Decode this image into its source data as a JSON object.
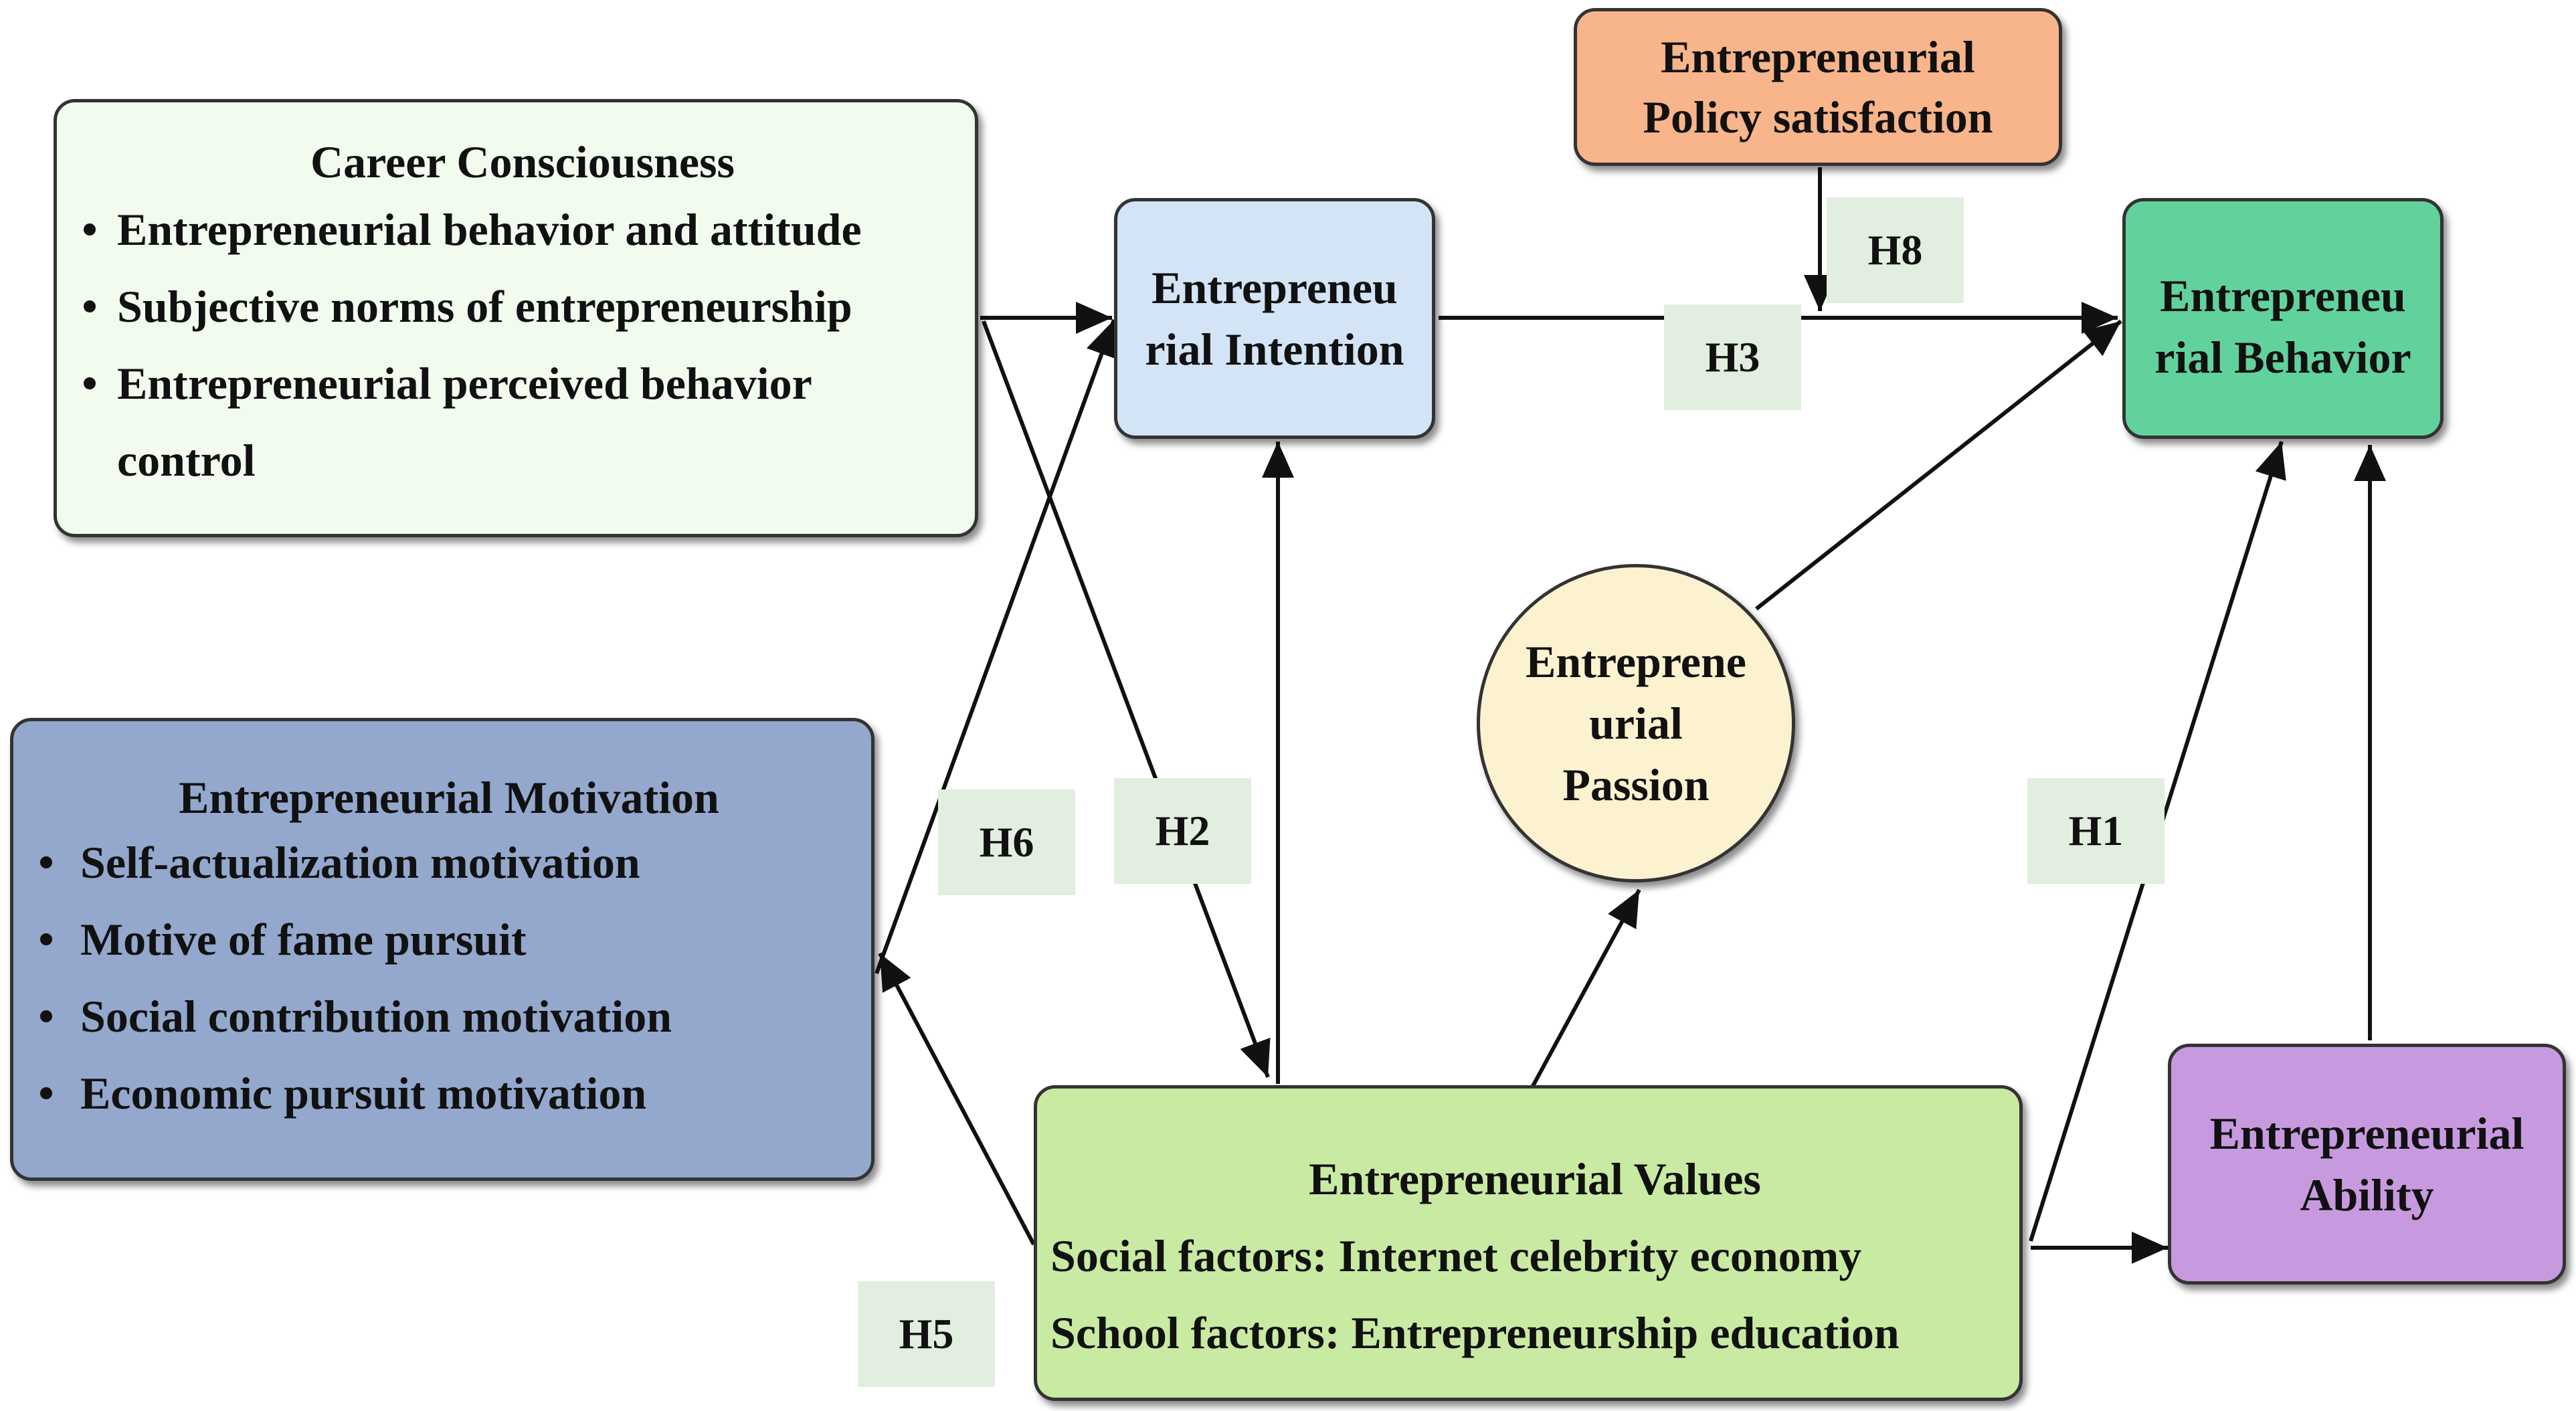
{
  "nodes": {
    "career": {
      "title": "Career Consciousness",
      "items": [
        "Entrepreneurial behavior and attitude",
        "Subjective norms of entrepreneurship",
        "Entrepreneurial perceived behavior",
        "control"
      ],
      "color": "#f1fbee"
    },
    "motivation": {
      "title": "Entrepreneurial Motivation",
      "items": [
        "Self-actualization motivation",
        "Motive of fame pursuit",
        "Social contribution motivation",
        "Economic pursuit motivation"
      ],
      "color": "#93a8cc"
    },
    "intention": {
      "line1": "Entrepreneu",
      "line2": "rial Intention",
      "color": "#d2e4f5"
    },
    "policy": {
      "line1": "Entrepreneurial",
      "line2": "Policy satisfaction",
      "color": "#f8b48a"
    },
    "behavior": {
      "line1": "Entrepreneu",
      "line2": "rial Behavior",
      "color": "#62d29d"
    },
    "passion": {
      "line1": "Entreprene",
      "line2": "urial",
      "line3": "Passion",
      "color": "#fdf2cf"
    },
    "values": {
      "title": "Entrepreneurial Values",
      "line1": "Social factors: Internet celebrity economy",
      "line2": "School factors: Entrepreneurship education",
      "color": "#c9eaa2"
    },
    "ability": {
      "line1": "Entrepreneurial",
      "line2": "Ability",
      "color": "#c79ae0"
    }
  },
  "hypotheses": {
    "h1": "H1",
    "h2": "H2",
    "h3": "H3",
    "h5": "H5",
    "h6": "H6",
    "h8": "H8"
  }
}
